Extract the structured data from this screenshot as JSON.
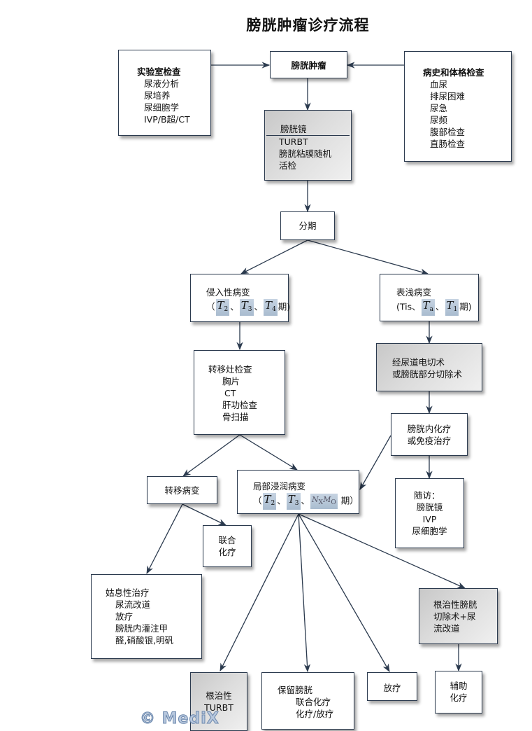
{
  "title": "膀胱肿瘤诊疗流程",
  "nodes": {
    "lab_exam": {
      "heading": "实验室检查",
      "items": [
        "尿液分析",
        "尿培养",
        "尿细胞学",
        "IVP/B超/CT"
      ]
    },
    "bladder_tumor": {
      "label": "膀胱肿瘤"
    },
    "history_exam": {
      "heading": "病史和体格检查",
      "items": [
        "血尿",
        "排尿困难",
        "尿急",
        "尿频",
        "腹部检查",
        "直肠检查"
      ]
    },
    "cystoscopy": {
      "lines": [
        "膀胱镜",
        "TURBT",
        "膀胱粘膜随机",
        "活检"
      ]
    },
    "staging": {
      "label": "分期"
    },
    "invasive": {
      "line1": "侵入性病变",
      "open": "（",
      "sep": "、",
      "stages": [
        {
          "sym": "T",
          "sub": "2"
        },
        {
          "sym": "T",
          "sub": "3"
        },
        {
          "sym": "T",
          "sub": "4"
        }
      ],
      "close": "期)"
    },
    "superficial": {
      "line1": "表浅病变",
      "prefix": "(Tis、",
      "sep": "、",
      "stages": [
        {
          "sym": "T",
          "sub": "a"
        },
        {
          "sym": "T",
          "sub": "1"
        }
      ],
      "close": "期)"
    },
    "metastasis_check": {
      "heading": "转移灶检查",
      "items": [
        "胸片",
        "CT",
        "肝功检查",
        "骨扫描"
      ]
    },
    "turbt_partial": {
      "lines": [
        "经尿道电切术",
        "或膀胱部分切除术"
      ]
    },
    "intravesical": {
      "lines": [
        "膀胱内化疗",
        "或免疫治疗"
      ]
    },
    "metastatic": {
      "label": "转移病变"
    },
    "local_invasive": {
      "line1": "局部浸润病变",
      "open": "（",
      "sep1": "、",
      "sep2": "、",
      "stages": [
        {
          "sym": "T",
          "sub": "2"
        },
        {
          "sym": "T",
          "sub": "3"
        }
      ],
      "nm": "N",
      "nm_sub": "X",
      "m": "M",
      "m_sub": "O",
      "close": " 期）"
    },
    "followup": {
      "lines": [
        "随访：",
        "膀胱镜",
        "IVP",
        "尿细胞学"
      ]
    },
    "combo_chemo": {
      "lines": [
        "联合",
        "化疗"
      ]
    },
    "palliative": {
      "heading": "姑息性治疗",
      "items": [
        "尿流改道",
        "放疗",
        "膀胱内灌注甲",
        "醛,硝酸银,明矾"
      ]
    },
    "radical_cystectomy": {
      "lines": [
        "根治性膀胱",
        "切除术+尿",
        "流改道"
      ]
    },
    "radical_turbt": {
      "lines": [
        "根治性",
        "TURBT"
      ]
    },
    "bladder_preserve": {
      "heading": "保留膀胱",
      "items": [
        "联合化疗",
        "化疗/放疗"
      ]
    },
    "radiotherapy": {
      "label": "放疗"
    },
    "adjuvant": {
      "lines": [
        "辅助",
        "化疗"
      ]
    }
  },
  "watermark": "© MediX",
  "colors": {
    "border": "#2b3a4e",
    "arrow": "#2b3a4e",
    "grad_dark": "#c8c8c8",
    "grad_light": "#f0f0f0"
  }
}
